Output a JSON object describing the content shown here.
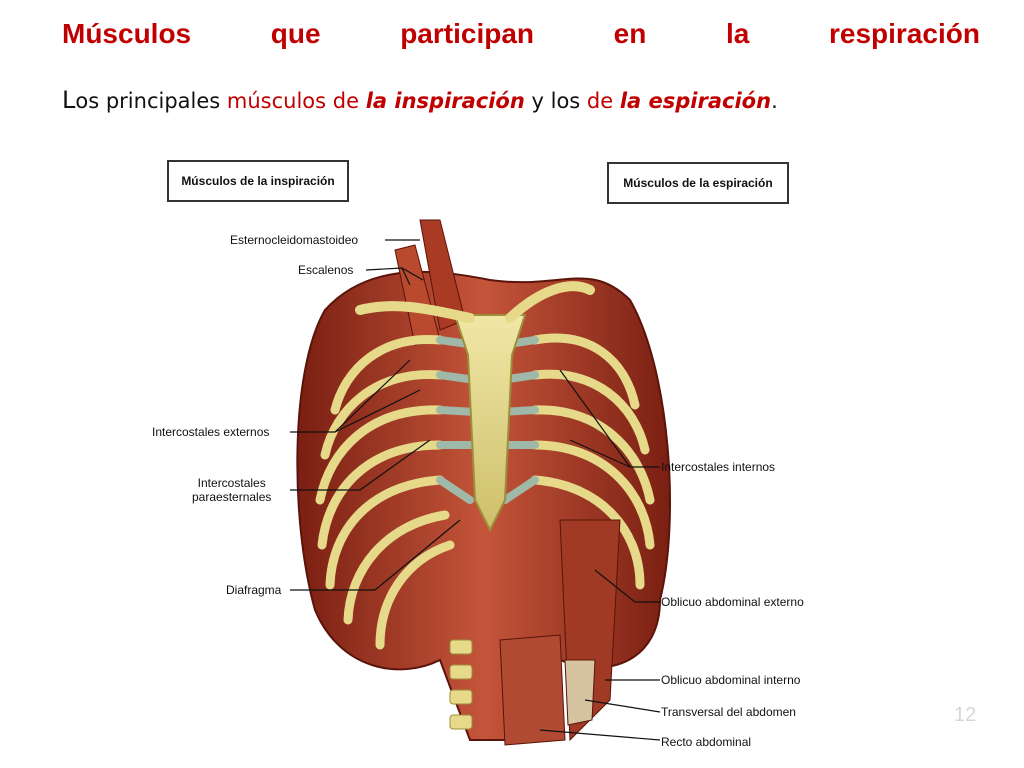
{
  "slide": {
    "title_words": [
      "Músculos",
      "que",
      "participan",
      "en",
      "la",
      "respiración"
    ],
    "subtitle": {
      "l": "L",
      "os_principales": "os principales ",
      "musculos_de": "músculos de ",
      "la_inspiracion": "la inspiración",
      "y_los": " y los ",
      "de": "de ",
      "la_espiracion": "la espiración",
      "period": "."
    },
    "page_number": "12"
  },
  "figure": {
    "box_inspiracion": "Músculos de la inspiración",
    "box_espiracion": "Músculos de la espiración",
    "labels": {
      "esternocleidomastoideo": "Esternocleidomastoideo",
      "escalenos": "Escalenos",
      "intercostales_externos": "Intercostales externos",
      "intercostales_paraesternales_1": "Intercostales",
      "intercostales_paraesternales_2": "paraesternales",
      "diafragma": "Diafragma",
      "intercostales_internos": "Intercostales internos",
      "oblicuo_externo": "Oblicuo abdominal externo",
      "oblicuo_interno": "Oblicuo abdominal interno",
      "transversal": "Transversal del abdomen",
      "recto": "Recto abdominal"
    },
    "colors": {
      "muscle": "#b5402a",
      "muscle_dark": "#7a1f12",
      "bone": "#e6d98a",
      "cartilage": "#9fb8a8",
      "accent": "#c00000"
    }
  }
}
